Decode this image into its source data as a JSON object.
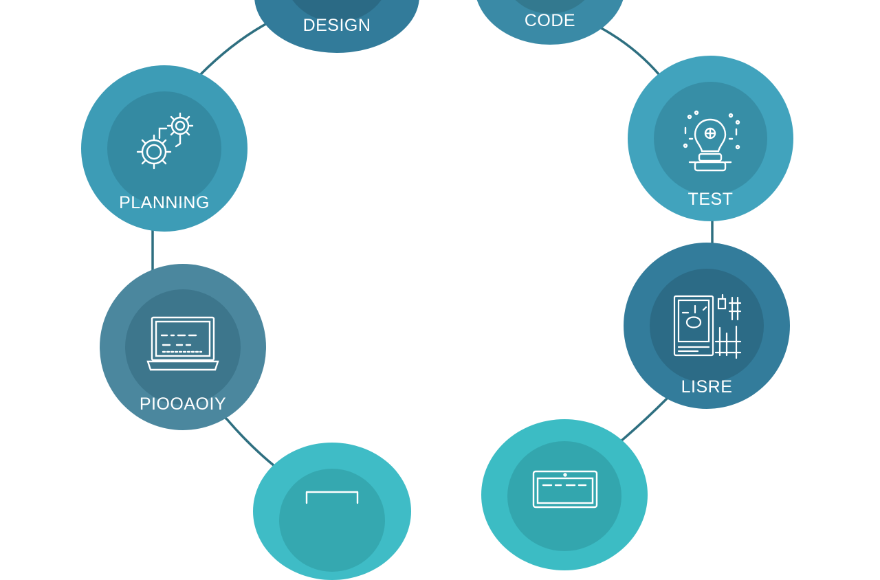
{
  "colors": {
    "ring": "#2e6f80",
    "background": "#ffffff",
    "label": "#ffffff",
    "icon_stroke": "#ffffff"
  },
  "nodes": [
    {
      "id": "design",
      "label": "DESIGN",
      "icon": "wireframe-icon",
      "outer": "#327b9a",
      "inner": "#2b6a85"
    },
    {
      "id": "code",
      "label": "CODE",
      "icon": "code-icon",
      "outer": "#3a8aa6",
      "inner": "#33798f"
    },
    {
      "id": "test",
      "label": "TEST",
      "icon": "lightbulb-icon",
      "outer": "#41a3bd",
      "inner": "#378ea6"
    },
    {
      "id": "release",
      "label": "LISRE",
      "icon": "dashboard-icon",
      "outer": "#337c9b",
      "inner": "#2c6b86"
    },
    {
      "id": "bottom-right",
      "label": "",
      "icon": "monitor-icon",
      "outer": "#3cbcc4",
      "inner": "#33a6ae"
    },
    {
      "id": "bottom-left",
      "label": "",
      "icon": "laptop-icon",
      "outer": "#3fbcc6",
      "inner": "#35a8b0"
    },
    {
      "id": "deploy",
      "label": "PIOOAOIY",
      "icon": "laptop-chart-icon",
      "outer": "#4b879e",
      "inner": "#3d768c"
    },
    {
      "id": "planning",
      "label": "PLANNING",
      "icon": "gears-icon",
      "outer": "#3d9cb6",
      "inner": "#348aa2"
    }
  ]
}
